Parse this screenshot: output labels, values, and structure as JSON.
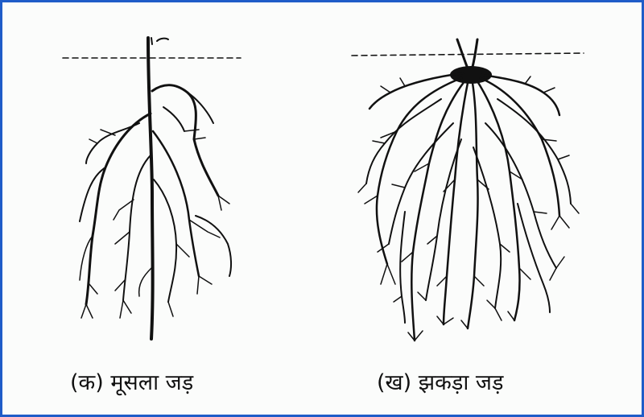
{
  "figure": {
    "border_color": "#1f5cc8",
    "background_color": "#fbfcfb",
    "ink_color": "#111111",
    "panels": [
      {
        "id": "taproot",
        "caption": "(क) मूसला जड़"
      },
      {
        "id": "fibrous",
        "caption": "(ख) झकड़ा जड़"
      }
    ]
  }
}
